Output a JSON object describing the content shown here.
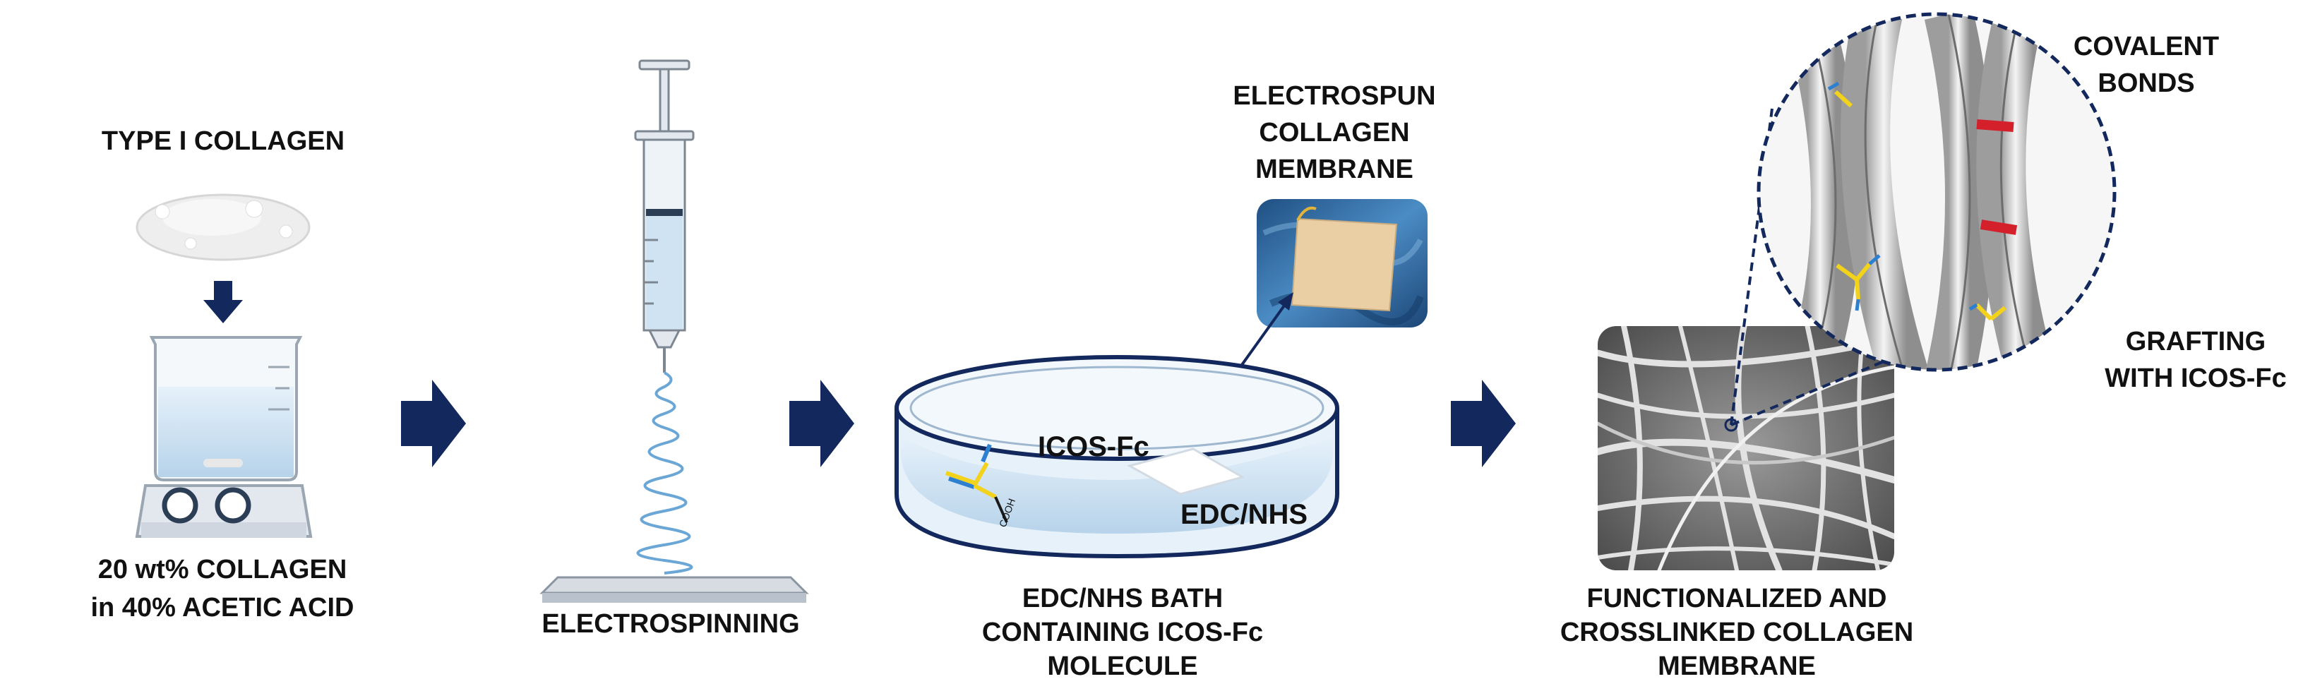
{
  "colors": {
    "arrow": "#13285c",
    "text": "#111111",
    "liquid": "#cfe3f2",
    "membrane": "#e9cfa3",
    "fabric": "#2d6aa0",
    "spiral": "#6aa7d6",
    "linker_yellow": "#f2d21b",
    "linker_blue": "#2d7fd0",
    "bond_red": "#d3202a"
  },
  "steps": {
    "collagen": {
      "title": "TYPE I COLLAGEN",
      "caption_line1": "20 wt% COLLAGEN",
      "caption_line2": "in 40% ACETIC ACID"
    },
    "electrospinning": {
      "caption": "ELECTROSPINNING"
    },
    "bath": {
      "membrane_line1": "ELECTROSPUN",
      "membrane_line2": "COLLAGEN",
      "membrane_line3": "MEMBRANE",
      "molecule_label": "ICOS-Fc",
      "cooh_label": "COOH",
      "reagent_label": "EDC/NHS",
      "caption_line1": "EDC/NHS BATH",
      "caption_line2": "CONTAINING ICOS-Fc",
      "caption_line3": "MOLECULE"
    },
    "final": {
      "bonds_line1": "COVALENT",
      "bonds_line2": "BONDS",
      "grafting_line1": "GRAFTING",
      "grafting_line2": "WITH ICOS-Fc",
      "caption_line1": "FUNCTIONALIZED AND",
      "caption_line2": "CROSSLINKED COLLAGEN",
      "caption_line3": "MEMBRANE"
    }
  },
  "icons": [
    "collagen-powder-icon",
    "down-arrow-icon",
    "beaker-stirrer-icon",
    "syringe-icon",
    "fiber-spiral-icon",
    "collector-plate-icon",
    "petri-dish-icon",
    "membrane-photo-icon",
    "sem-image-icon",
    "zoom-circle-icon",
    "process-arrow-icon"
  ]
}
